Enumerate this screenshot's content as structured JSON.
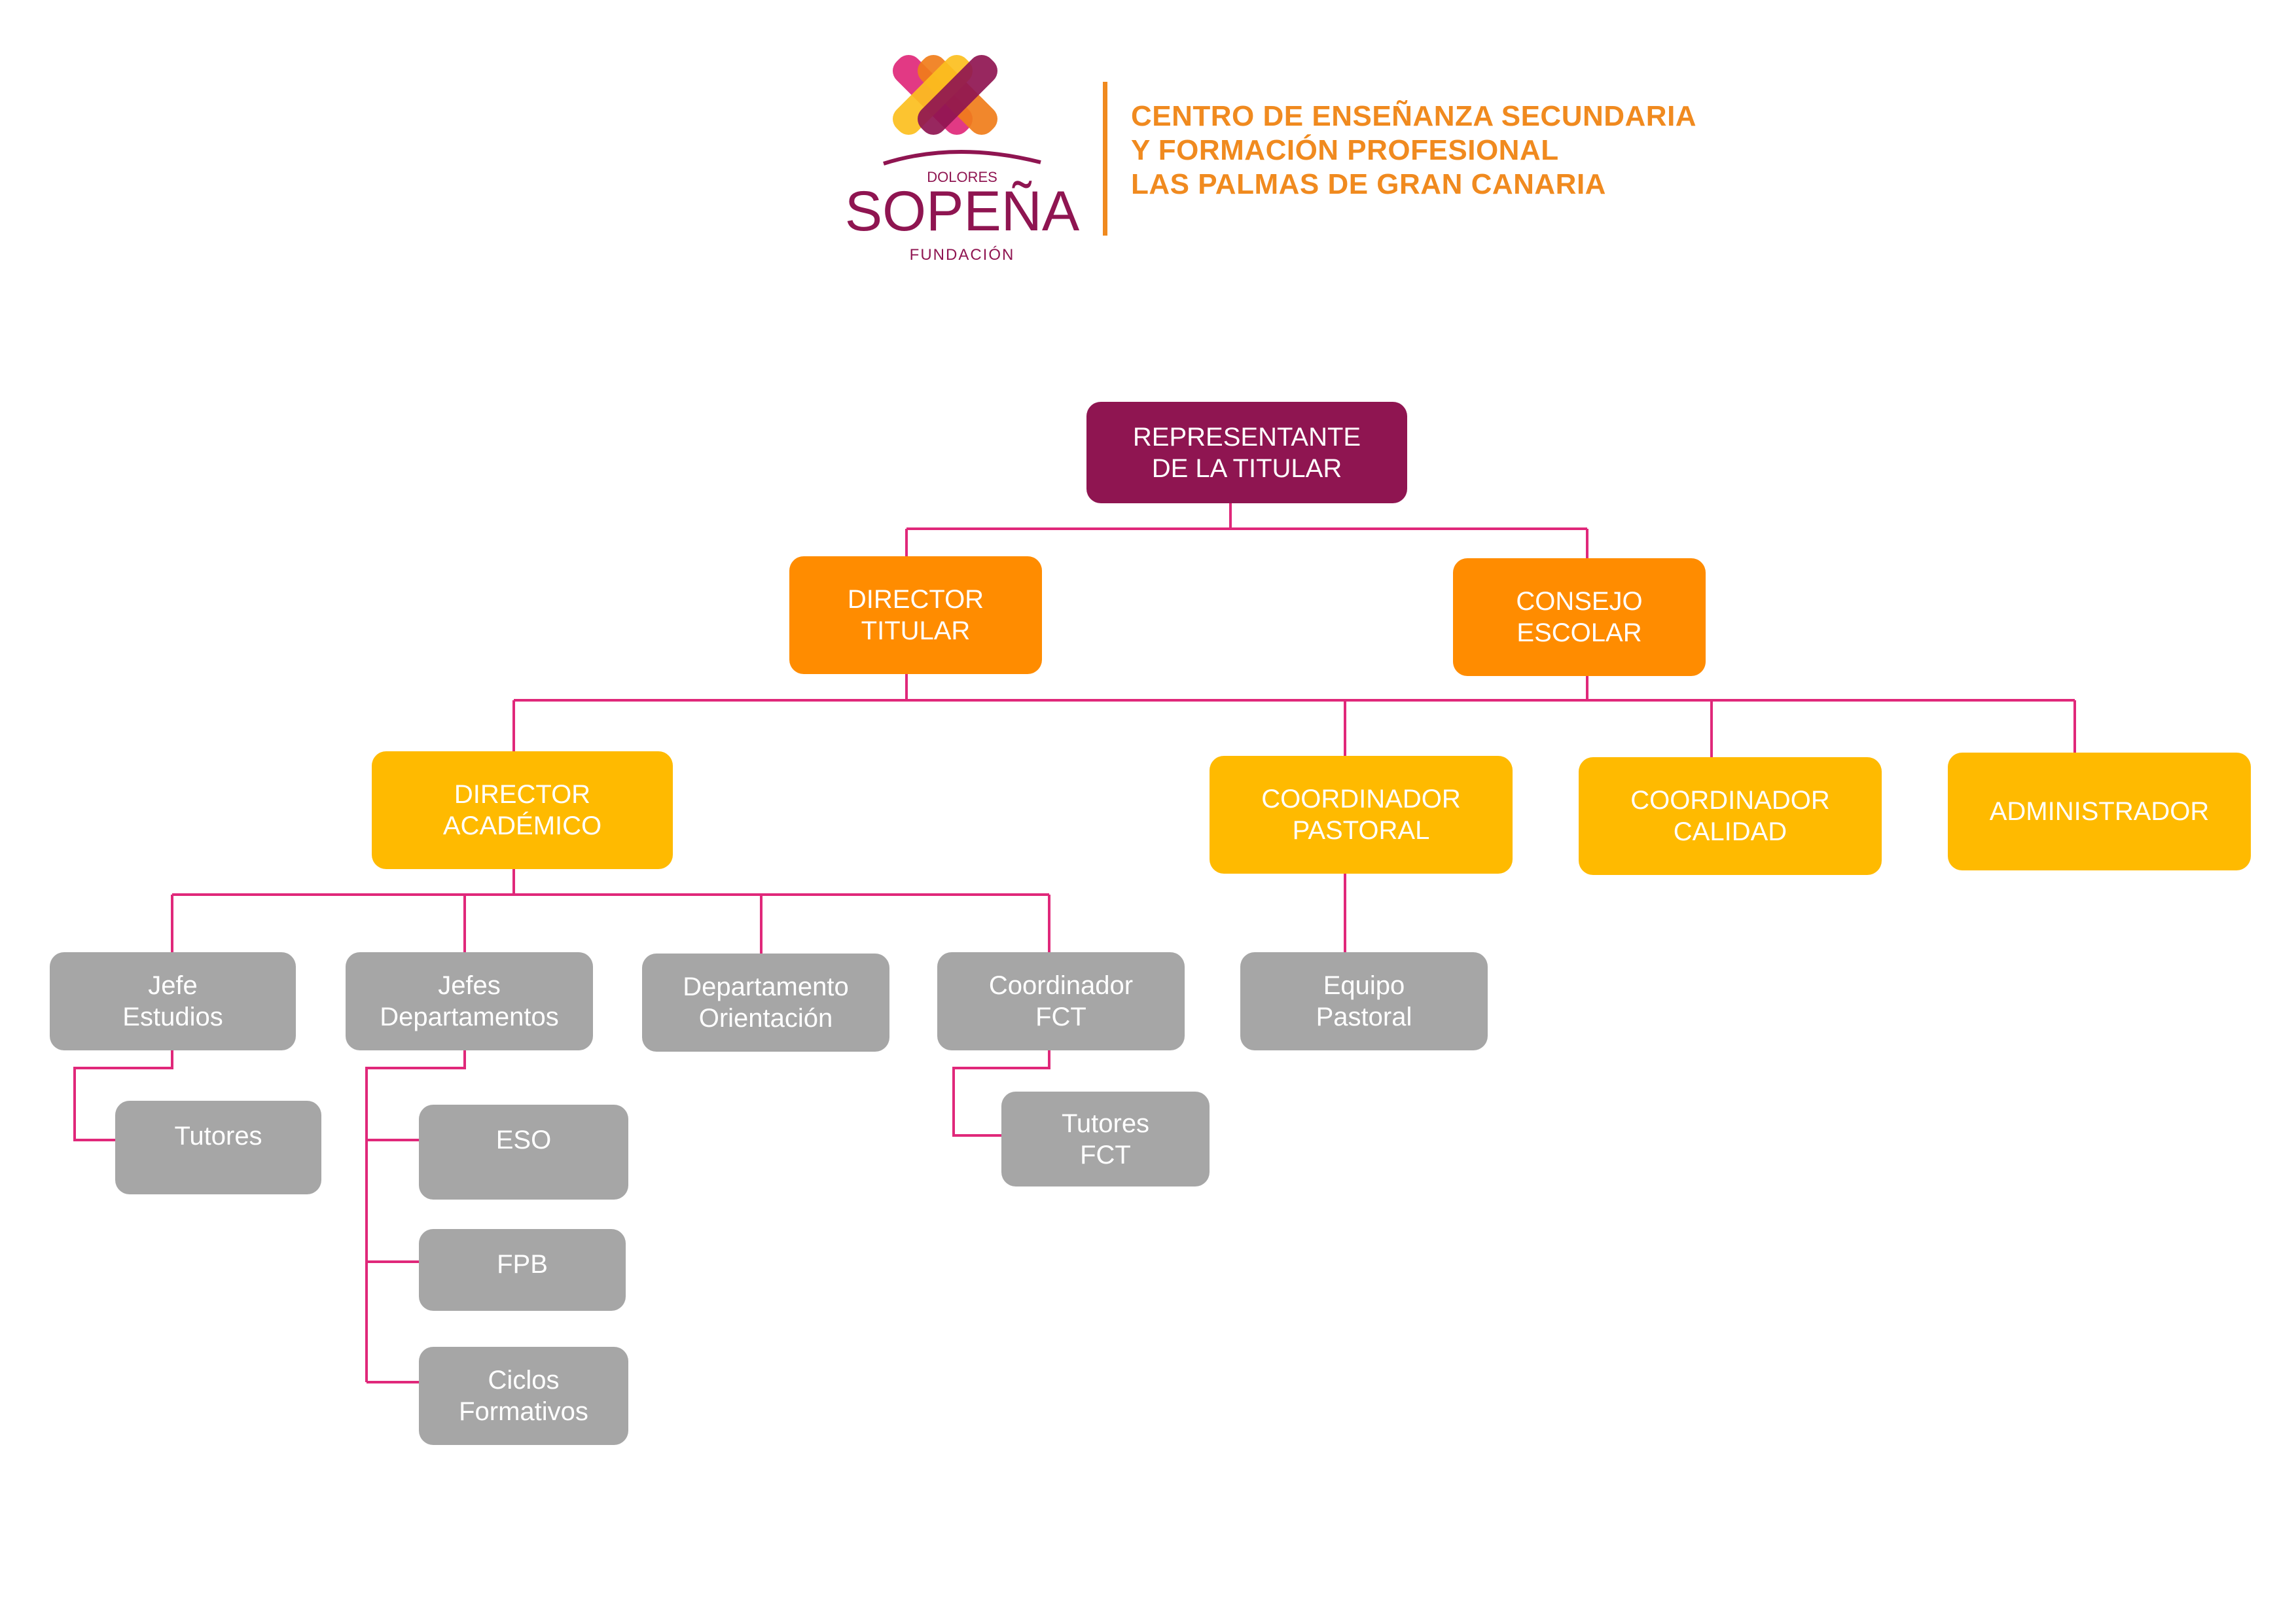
{
  "header": {
    "logo": {
      "brand_small": "DOLORES",
      "brand_name": "SOPEÑA",
      "brand_sub": "FUNDACIÓN",
      "cross_colors": [
        "#e0287a",
        "#f07d1a",
        "#fcbf1e",
        "#8f1551"
      ],
      "brand_color": "#8f1551"
    },
    "title_lines": [
      "CENTRO DE ENSEÑANZA SECUNDARIA",
      "Y FORMACIÓN PROFESIONAL",
      "LAS PALMAS DE GRAN CANARIA"
    ]
  },
  "colors": {
    "connector": "#e0287a",
    "level0": "#8f1551",
    "level1": "#ff8c00",
    "level2": "#ffba00",
    "level3": "#a6a6a6"
  },
  "org_chart": {
    "nodes": [
      {
        "id": "representante",
        "label": "REPRESENTANTE\nDE LA TITULAR",
        "level": 0
      },
      {
        "id": "director-titular",
        "label": "DIRECTOR\nTITULAR",
        "level": 1
      },
      {
        "id": "consejo-escolar",
        "label": "CONSEJO\nESCOLAR",
        "level": 1
      },
      {
        "id": "director-academico",
        "label": "DIRECTOR\nACADÉMICO",
        "level": 2
      },
      {
        "id": "coordinador-pastoral",
        "label": "COORDINADOR\nPASTORAL",
        "level": 2
      },
      {
        "id": "coordinador-calidad",
        "label": "COORDINADOR\nCALIDAD",
        "level": 2
      },
      {
        "id": "administrador",
        "label": "ADMINISTRADOR",
        "level": 2
      },
      {
        "id": "jefe-estudios",
        "label": "Jefe\nEstudios",
        "level": 3
      },
      {
        "id": "jefes-departamentos",
        "label": "Jefes\nDepartamentos",
        "level": 3
      },
      {
        "id": "departamento-orientacion",
        "label": "Departamento\nOrientación",
        "level": 3
      },
      {
        "id": "coordinador-fct",
        "label": "Coordinador\nFCT",
        "level": 3
      },
      {
        "id": "equipo-pastoral",
        "label": "Equipo\nPastoral",
        "level": 3
      },
      {
        "id": "tutores",
        "label": "Tutores",
        "level": 4
      },
      {
        "id": "eso",
        "label": "ESO",
        "level": 4
      },
      {
        "id": "fpb",
        "label": "FPB",
        "level": 4
      },
      {
        "id": "ciclos-formativos",
        "label": "Ciclos\nFormativos",
        "level": 4
      },
      {
        "id": "tutores-fct",
        "label": "Tutores\nFCT",
        "level": 4
      }
    ],
    "edges": [
      [
        "representante",
        "director-titular"
      ],
      [
        "representante",
        "consejo-escolar"
      ],
      [
        "director-titular",
        "director-academico"
      ],
      [
        "director-titular",
        "coordinador-pastoral"
      ],
      [
        "director-titular",
        "coordinador-calidad"
      ],
      [
        "director-titular",
        "administrador"
      ],
      [
        "consejo-escolar",
        "director-academico"
      ],
      [
        "director-academico",
        "jefe-estudios"
      ],
      [
        "director-academico",
        "jefes-departamentos"
      ],
      [
        "director-academico",
        "departamento-orientacion"
      ],
      [
        "director-academico",
        "coordinador-fct"
      ],
      [
        "coordinador-pastoral",
        "equipo-pastoral"
      ],
      [
        "jefe-estudios",
        "tutores"
      ],
      [
        "jefes-departamentos",
        "eso"
      ],
      [
        "jefes-departamentos",
        "fpb"
      ],
      [
        "jefes-departamentos",
        "ciclos-formativos"
      ],
      [
        "coordinador-fct",
        "tutores-fct"
      ]
    ]
  }
}
